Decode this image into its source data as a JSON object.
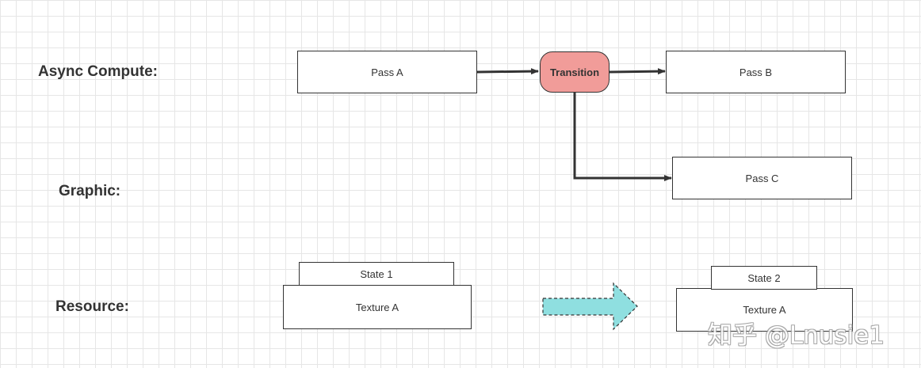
{
  "rows": {
    "async_compute": "Async Compute:",
    "graphic": "Graphic:",
    "resource": "Resource:"
  },
  "nodes": {
    "pass_a": "Pass A",
    "transition": "Transition",
    "pass_b": "Pass B",
    "pass_c": "Pass C"
  },
  "resource": {
    "before": {
      "state": "State 1",
      "texture": "Texture A"
    },
    "after": {
      "state": "State 2",
      "texture": "Texture A"
    }
  },
  "colors": {
    "transition_fill": "#f19c99",
    "state_arrow_fill": "#8fdfe0",
    "line": "#333333"
  },
  "watermark": "知乎 @Lnusie1"
}
